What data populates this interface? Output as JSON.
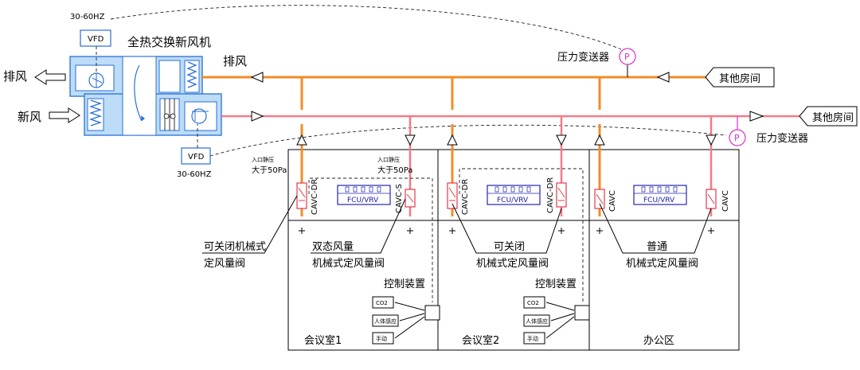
{
  "ahu": {
    "title": "全热交换新风机",
    "exhaust_side_label": "排风",
    "fresh_side_label": "新风",
    "exhaust_main_label": "排风"
  },
  "vfd_top": {
    "label": "VFD",
    "freq": "30-60HZ"
  },
  "vfd_bottom": {
    "label": "VFD",
    "freq": "30-60HZ"
  },
  "pressure_top": {
    "symbol": "P",
    "label": "压力变送器"
  },
  "pressure_bottom": {
    "symbol": "P",
    "label": "压力变送器"
  },
  "exhaust_other": "其他房间",
  "supply_other": "其他房间",
  "inlet_pressure_1": {
    "line1": "入口静压",
    "line2": "大于50Pa"
  },
  "inlet_pressure_2": {
    "line1": "入口静压",
    "line2": "大于50Pa"
  },
  "valves": {
    "room1_exhaust": "CAVC-DR",
    "room1_supply": "CAVC-S",
    "room2_exhaust": "CAVC-DR",
    "room2_supply": "CAVC-DR",
    "office_exhaust": "CAVC",
    "office_supply": "CAVC"
  },
  "fcu_label": "FCU/VRV",
  "callouts": {
    "closable": {
      "line1": "可关闭机械式",
      "line2": "定风量阀"
    },
    "dual": {
      "line1": "双态风量",
      "line2": "机械式定风量阀"
    },
    "closable2": {
      "line1": "可关闭",
      "line2": "机械式定风量阀"
    },
    "normal": {
      "line1": "普通",
      "line2": "机械式定风量阀"
    }
  },
  "controller": {
    "title": "控制装置",
    "sensor_co2": "CO2",
    "sensor_body": "人体感应",
    "sensor_manual": "手动"
  },
  "rooms": {
    "room1": "会议室1",
    "room2": "会议室2",
    "office": "办公区"
  },
  "colors": {
    "exhaust_duct": "#f28c28",
    "supply_duct": "#f27b87",
    "equipment": "#2a6fd6",
    "sensor": "#d631c8"
  }
}
